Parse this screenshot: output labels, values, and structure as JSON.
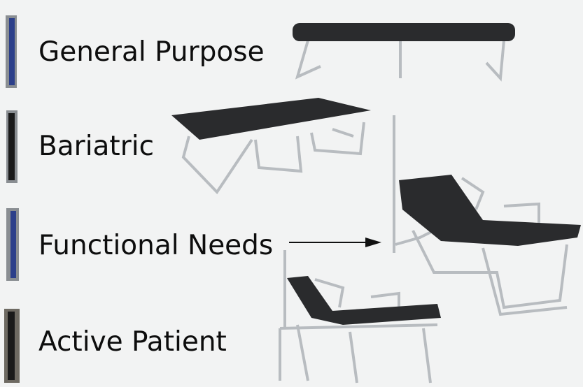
{
  "labels": {
    "general_purpose": "General Purpose",
    "bariatric": "Bariatric",
    "functional_needs": "Functional Needs",
    "active_patient": "Active Patient"
  },
  "colors": {
    "background": "#f2f3f3",
    "mattress": "#2a2b2d",
    "frame": "#b8bcc0",
    "folded_accent": "#2c3f8a"
  }
}
